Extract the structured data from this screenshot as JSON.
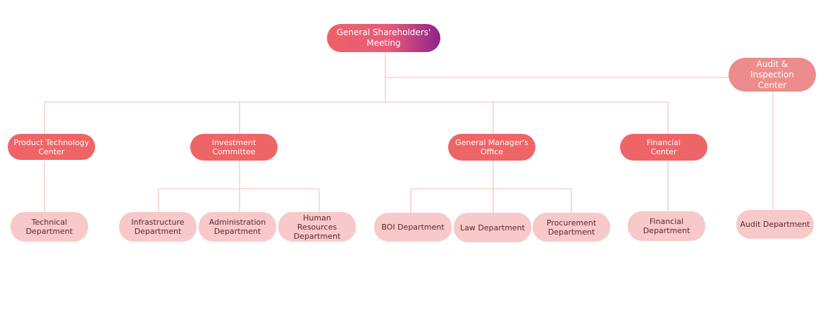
{
  "root": {
    "label": "General Shareholders' Meeting"
  },
  "audit_center": {
    "label": "Audit & Inspection Center"
  },
  "centers": [
    {
      "id": "ptc",
      "label": "Product Technology Center"
    },
    {
      "id": "inv",
      "label": "Investment Committee"
    },
    {
      "id": "gmo",
      "label": "General Manager's Office"
    },
    {
      "id": "fin",
      "label": "Financial Center"
    }
  ],
  "departments": [
    {
      "id": "tech",
      "parent": "ptc",
      "label": "Technical Department"
    },
    {
      "id": "infra",
      "parent": "inv",
      "label": "Infrastructure Department"
    },
    {
      "id": "admin",
      "parent": "inv",
      "label": "Administration Department"
    },
    {
      "id": "hr",
      "parent": "inv",
      "label": "Human Resources Department"
    },
    {
      "id": "boi",
      "parent": "gmo",
      "label": "BOI Department"
    },
    {
      "id": "law",
      "parent": "gmo",
      "label": "Law Department"
    },
    {
      "id": "proc",
      "parent": "gmo",
      "label": "Procurement Department"
    },
    {
      "id": "findept",
      "parent": "fin",
      "label": "Financial Department"
    },
    {
      "id": "auditdept",
      "parent": "audit",
      "label": "Audit Department"
    }
  ],
  "colors": {
    "root_gradient": [
      "#ee6168",
      "#8e2487"
    ],
    "center": "#ee6568",
    "audit_center": "#ec8c8c",
    "department": "#f8c9c9",
    "connector": "#f7d2d2"
  }
}
